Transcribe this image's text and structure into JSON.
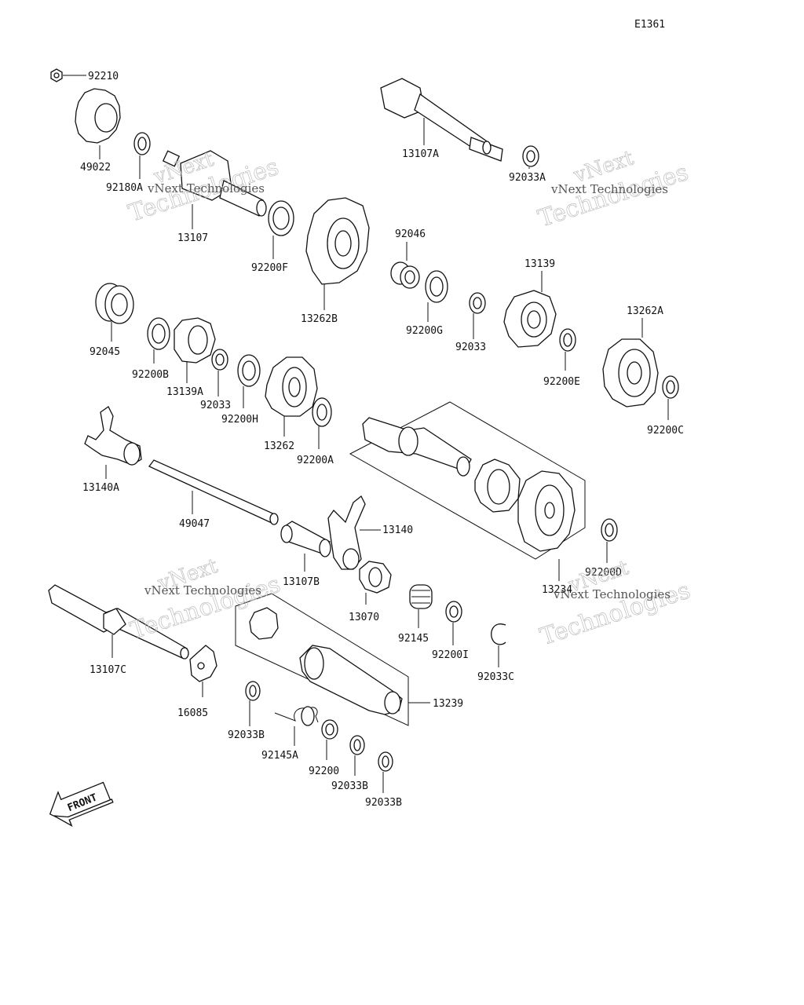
{
  "diagram_code": "E1361",
  "watermark": {
    "line1": "vNext",
    "line2": "Technologies",
    "caption": "vNext Technologies"
  },
  "front_label": "FRONT",
  "labels": {
    "p92210": "92210",
    "p49022": "49022",
    "p92180A": "92180A",
    "p13107": "13107",
    "p92200F": "92200F",
    "p13262B": "13262B",
    "p13107A": "13107A",
    "p92033A": "92033A",
    "p92046": "92046",
    "p92200G": "92200G",
    "p92033": "92033",
    "p13139": "13139",
    "p92200E": "92200E",
    "p13262A": "13262A",
    "p92200C": "92200C",
    "p92045": "92045",
    "p92200B": "92200B",
    "p13139A": "13139A",
    "p92033b": "92033",
    "p92200H": "92200H",
    "p13262": "13262",
    "p92200A": "92200A",
    "p13140A": "13140A",
    "p49047": "49047",
    "p13140": "13140",
    "p13107B": "13107B",
    "p13070": "13070",
    "p13234": "13234",
    "p92200D": "92200D",
    "p92145": "92145",
    "p92200I": "92200I",
    "p92033C": "92033C",
    "p13107C": "13107C",
    "p16085": "16085",
    "p13239": "13239",
    "p92033B1": "92033B",
    "p92145A": "92145A",
    "p92200": "92200",
    "p92033B2": "92033B",
    "p92033B3": "92033B"
  }
}
